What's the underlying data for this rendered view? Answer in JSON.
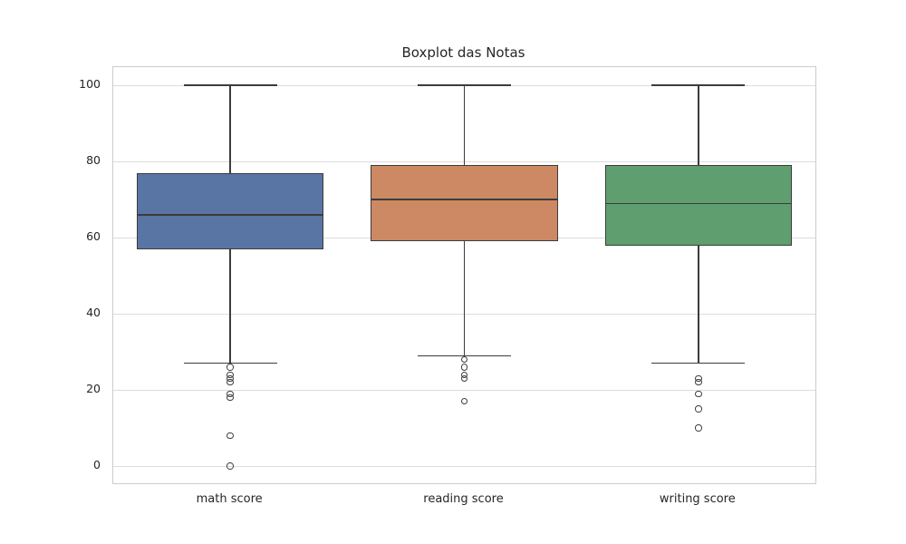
{
  "chart_data": {
    "type": "boxplot",
    "title": "Boxplot das Notas",
    "xlabel": "",
    "ylabel": "",
    "categories": [
      "math score",
      "reading score",
      "writing score"
    ],
    "colors": [
      "#5875A3",
      "#CC8963",
      "#5F9E6E"
    ],
    "series": [
      {
        "name": "math score",
        "whisker_low": 27,
        "q1": 57,
        "median": 66,
        "q3": 77,
        "whisker_high": 100,
        "outliers": [
          26,
          24,
          23,
          22,
          19,
          18,
          8,
          0
        ]
      },
      {
        "name": "reading score",
        "whisker_low": 29,
        "q1": 59,
        "median": 70,
        "q3": 79,
        "whisker_high": 100,
        "outliers": [
          28,
          26,
          24,
          23,
          17
        ]
      },
      {
        "name": "writing score",
        "whisker_low": 27,
        "q1": 58,
        "median": 69,
        "q3": 79,
        "whisker_high": 100,
        "outliers": [
          23,
          22,
          19,
          15,
          10
        ]
      }
    ],
    "yticks": [
      0,
      20,
      40,
      60,
      80,
      100
    ],
    "ylim": [
      -4.5,
      104.8
    ],
    "grid": true,
    "legend": false,
    "grid_color": "#dcdcdc",
    "frame_color": "#cccccc",
    "line_color": "#3c3c3c",
    "background": "#ffffff",
    "box_width_fraction": 0.8,
    "cap_width_fraction": 0.5
  }
}
